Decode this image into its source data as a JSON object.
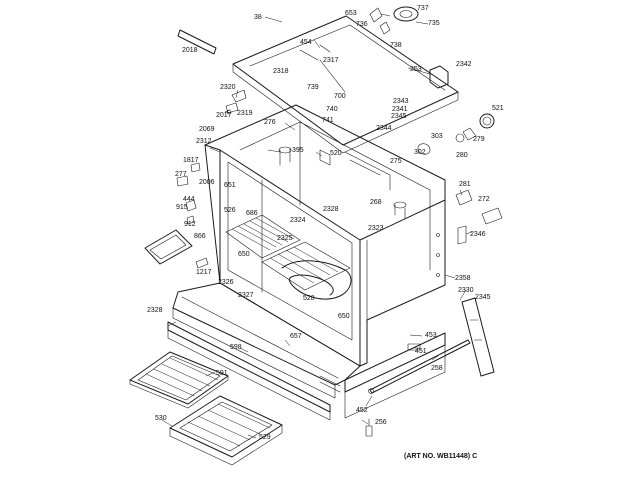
{
  "caption": "(ART NO. WB11448) C",
  "labels": {
    "p38": "38",
    "p653": "653",
    "p737": "737",
    "p735": "735",
    "p736": "736",
    "p738": "738",
    "p2018": "2018",
    "p454": "454",
    "p2317": "2317",
    "p2318": "2318",
    "p253": "253",
    "p2342": "2342",
    "p2320": "2320",
    "p2319": "2319",
    "p2017": "2017",
    "p739": "739",
    "p700": "700",
    "p740": "740",
    "p741": "741",
    "p2343": "2343",
    "p2341": "2341",
    "p2345": "2345",
    "p521": "521",
    "p2069": "2069",
    "p276": "276",
    "p2344": "2344",
    "p303": "303",
    "p279": "279",
    "p2312": "2312",
    "p395": "395",
    "p520": "520",
    "p302": "302",
    "p280": "280",
    "p1817": "1817",
    "p2006": "2006",
    "p277": "277",
    "p275": "275",
    "p444": "444",
    "p915": "915",
    "p651": "651",
    "p2328": "2328",
    "p268": "268",
    "p2323": "2323",
    "p281": "281",
    "p272": "272",
    "p912": "912",
    "p526": "526",
    "p686": "686",
    "p2324": "2324",
    "p2325": "2325",
    "p866": "866",
    "p650": "650",
    "p2346": "2346",
    "p2358": "2358",
    "p1217": "1217",
    "p2326": "2326",
    "p2327": "2327",
    "p2345b": "2345",
    "p2328b": "2328",
    "p2330": "2330",
    "p657": "657",
    "p453": "453",
    "p598": "598",
    "p451": "451",
    "p591": "591",
    "p258": "258",
    "p452": "452",
    "p530": "530",
    "p529": "529",
    "p256": "256",
    "p528": "528"
  }
}
